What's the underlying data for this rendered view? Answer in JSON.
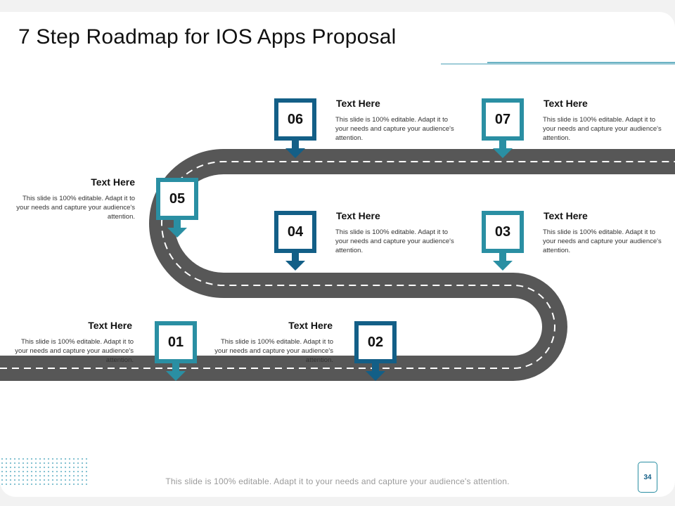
{
  "slide": {
    "title": "7 Step Roadmap for IOS Apps Proposal",
    "footer_note": "This slide is 100% editable. Adapt it to your needs and capture your audience's attention.",
    "page_number": "34"
  },
  "colors": {
    "road": "#575757",
    "dash": "#ffffff",
    "teal": "#2a8fa3",
    "navy": "#135f87",
    "rule": "#3c9ab0"
  },
  "steps": [
    {
      "number": "01",
      "heading": "Text Here",
      "body": "This slide is 100% editable. Adapt it to your needs and capture your audience's attention."
    },
    {
      "number": "02",
      "heading": "Text Here",
      "body": "This slide is 100% editable. Adapt it to your needs and capture your audience's attention."
    },
    {
      "number": "03",
      "heading": "Text Here",
      "body": "This slide is 100% editable. Adapt it to your needs and capture your audience's attention."
    },
    {
      "number": "04",
      "heading": "Text Here",
      "body": "This slide is 100% editable. Adapt it to your needs and capture your audience's attention."
    },
    {
      "number": "05",
      "heading": "Text Here",
      "body": "This slide is 100% editable. Adapt it to your needs and capture your audience's attention."
    },
    {
      "number": "06",
      "heading": "Text Here",
      "body": "This slide is 100% editable. Adapt it to your needs and capture your audience's attention."
    },
    {
      "number": "07",
      "heading": "Text Here",
      "body": "This slide is 100% editable. Adapt it to your needs and capture your audience's attention."
    }
  ]
}
